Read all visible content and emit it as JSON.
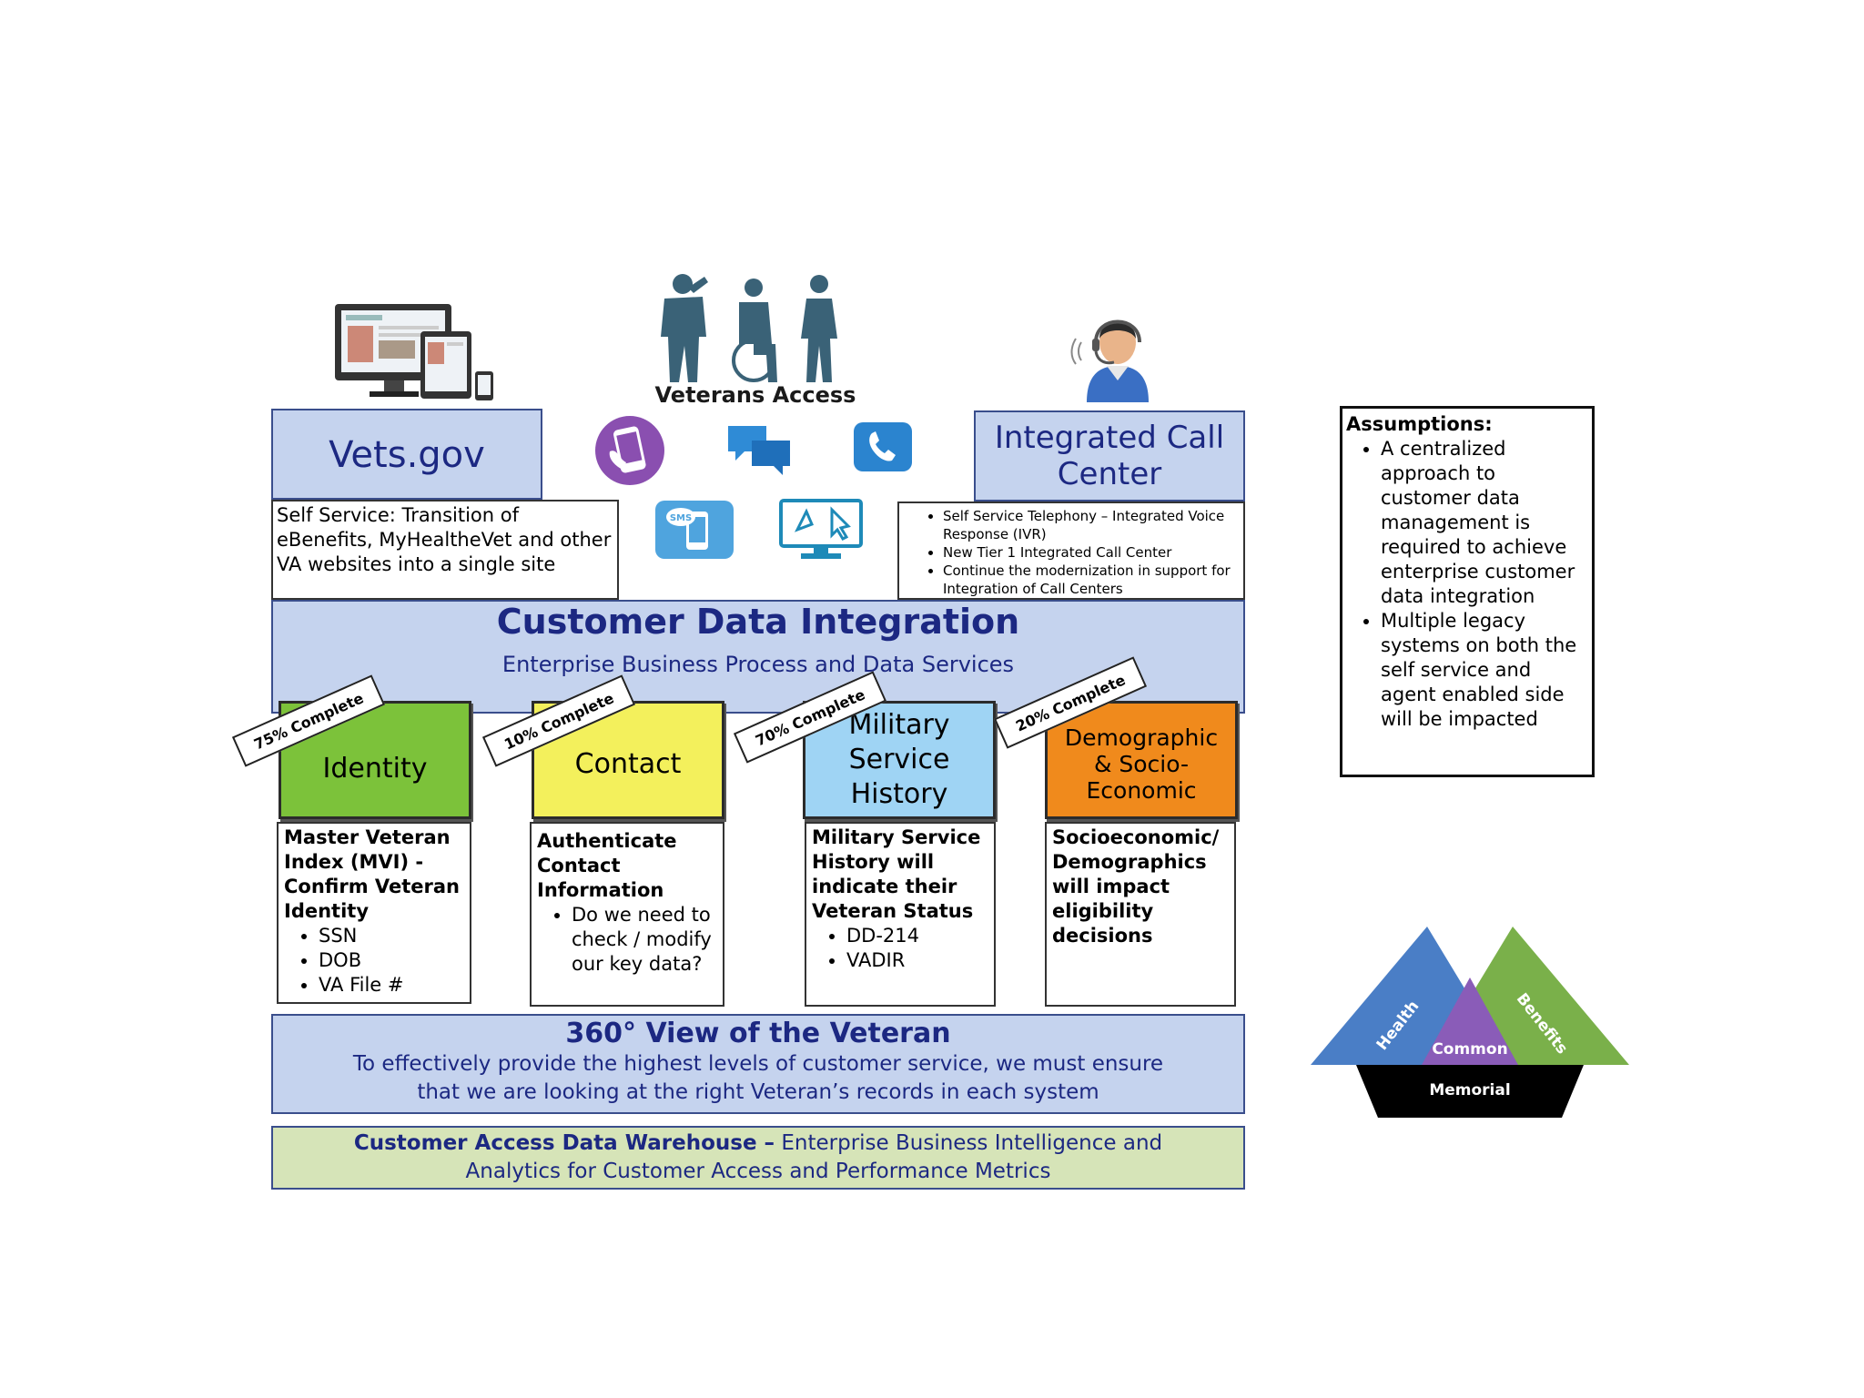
{
  "veterans_access": {
    "label": "Veterans Access"
  },
  "vets_gov": {
    "title": "Vets.gov",
    "description": "Self Service: Transition of eBenefits, MyHealtheVet and other VA websites into a single site"
  },
  "call_center": {
    "title_line1": "Integrated Call",
    "title_line2": "Center",
    "bullets": [
      "Self Service Telephony – Integrated Voice Response (IVR)",
      "New Tier 1 Integrated Call Center",
      "Continue the modernization in support for Integration of Call Centers"
    ]
  },
  "channel_icons": {
    "sms_text": "SMS"
  },
  "cdi": {
    "title": "Customer Data Integration",
    "subtitle": "Enterprise Business Process and Data Services"
  },
  "tiles": [
    {
      "label": "Identity",
      "banner": "75% Complete",
      "color": "#7cc23a",
      "heading": "Master Veteran Index (MVI) - Confirm Veteran Identity",
      "bullets": [
        "SSN",
        "DOB",
        "VA File #"
      ]
    },
    {
      "label": "Contact",
      "banner": "10% Complete",
      "color": "#f3f05c",
      "heading": "Authenticate Contact Information",
      "bullets": [
        "Do we need to check / modify our key data?"
      ]
    },
    {
      "label_lines": [
        "Military",
        "Service",
        "History"
      ],
      "banner": "70% Complete",
      "color": "#9fd4f4",
      "heading": "Military Service History will indicate their Veteran Status",
      "bullets": [
        "DD-214",
        "VADIR"
      ]
    },
    {
      "label_lines": [
        "Demographic",
        "& Socio-",
        "Economic"
      ],
      "banner": "20% Complete",
      "color": "#f08a1c",
      "heading": "Socioeconomic/ Demographics will impact eligibility decisions",
      "bullets": []
    }
  ],
  "view360": {
    "title": "360° View of the Veteran",
    "line1": "To effectively provide the highest levels of customer service, we must ensure",
    "line2": "that we are looking at the right Veteran’s records in each system"
  },
  "warehouse": {
    "bold": "Customer Access Data Warehouse –",
    "rest1": " Enterprise Business Intelligence and",
    "line2": "Analytics for Customer Access and Performance Metrics"
  },
  "assumptions": {
    "title": "Assumptions:",
    "bullets": [
      "A centralized approach to customer data management is required to achieve enterprise customer data integration",
      "Multiple legacy systems on both the self service and agent enabled side will be impacted"
    ]
  },
  "triangle": {
    "health": "Health",
    "benefits": "Benefits",
    "common": "Common",
    "memorial": "Memorial",
    "colors": {
      "health": "#4a7ec6",
      "benefits": "#7ab04a",
      "common": "#8a5cb8",
      "memorial": "#000000"
    }
  }
}
